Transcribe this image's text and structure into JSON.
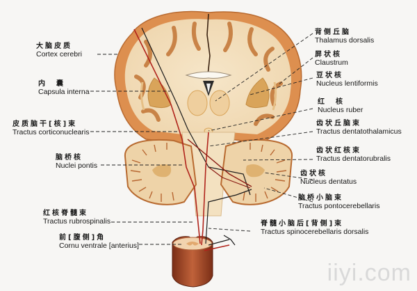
{
  "diagram": {
    "subject": "Cerebellar and corticonuclear pathways (coronal section of brain, cerebellum, spinal cord)",
    "colors": {
      "background": "#f7f6f4",
      "cortex": "#d98a4a",
      "white_matter": "#f4e2c4",
      "nucleus": "#d9a55a",
      "red_tract": "#b0231b",
      "black_tract": "#1a1a1a",
      "spinal_cord": "#a84a2a"
    }
  },
  "labels_left": [
    {
      "zh": "大脑皮质",
      "en": "Cortex cerebri"
    },
    {
      "zh": "内　囊",
      "en": "Capsula interna"
    },
    {
      "zh": "皮质脑干[核]束",
      "en": "Tractus corticonuclearis"
    },
    {
      "zh": "脑桥核",
      "en": "Nuclei pontis"
    },
    {
      "zh": "红核脊髓束",
      "en": "Tractus rubrospinalis"
    },
    {
      "zh": "前[腹侧]角",
      "en": "Cornu ventrale [anterius]"
    }
  ],
  "labels_right": [
    {
      "zh": "背侧丘脑",
      "en": "Thalamus dorsalis"
    },
    {
      "zh": "屏状核",
      "en": "Claustrum"
    },
    {
      "zh": "豆状核",
      "en": "Nucleus lentiformis"
    },
    {
      "zh": "红　核",
      "en": "Nucleus ruber"
    },
    {
      "zh": "齿状丘脑束",
      "en": "Tractus dentatothalamicus"
    },
    {
      "zh": "齿状红核束",
      "en": "Tractus dentatorubralis"
    },
    {
      "zh": "齿状核",
      "en": "Nucleus dentatus"
    },
    {
      "zh": "脑桥小脑束",
      "en": "Tractus pontocerebellaris"
    },
    {
      "zh": "脊髓小脑后[背侧]束",
      "en": "Tractus spinocerebellaris dorsalis"
    }
  ],
  "watermark": "iiyi.com"
}
